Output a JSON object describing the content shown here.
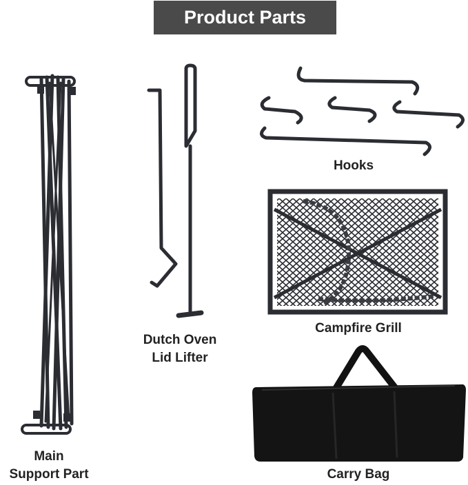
{
  "title": "Product Parts",
  "parts": {
    "main_support": [
      "Main",
      "Support Part"
    ],
    "lid_lifter": [
      "Dutch Oven",
      "Lid Lifter"
    ],
    "hooks": "Hooks",
    "grill": "Campfire Grill",
    "bag": "Carry Bag"
  },
  "colors": {
    "banner": "#4a4a4a",
    "metal": "#2b2d33",
    "bag": "#121212"
  }
}
